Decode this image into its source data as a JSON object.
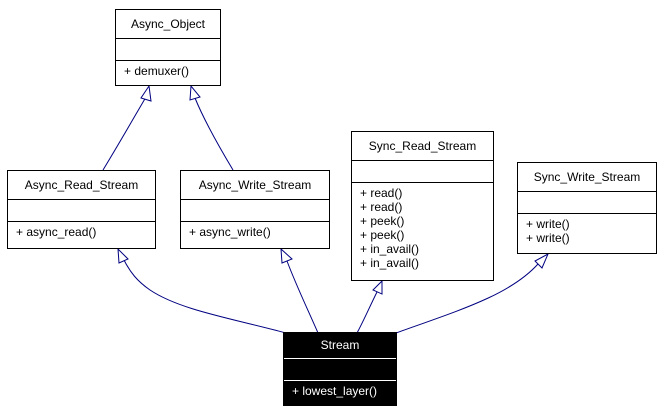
{
  "diagram": {
    "classes": {
      "async_object": {
        "name": "Async_Object",
        "methods": [
          "+ demuxer()"
        ]
      },
      "async_read_stream": {
        "name": "Async_Read_Stream",
        "methods": [
          "+ async_read()"
        ]
      },
      "async_write_stream": {
        "name": "Async_Write_Stream",
        "methods": [
          "+ async_write()"
        ]
      },
      "sync_read_stream": {
        "name": "Sync_Read_Stream",
        "methods": [
          "+ read()",
          "+ read()",
          "+ peek()",
          "+ peek()",
          "+ in_avail()",
          "+ in_avail()"
        ]
      },
      "sync_write_stream": {
        "name": "Sync_Write_Stream",
        "methods": [
          "+ write()",
          "+ write()"
        ]
      },
      "stream": {
        "name": "Stream",
        "methods": [
          "+ lowest_layer()"
        ]
      }
    },
    "inheritance": [
      {
        "from": "async_read_stream",
        "to": "async_object"
      },
      {
        "from": "async_write_stream",
        "to": "async_object"
      },
      {
        "from": "stream",
        "to": "async_read_stream"
      },
      {
        "from": "stream",
        "to": "async_write_stream"
      },
      {
        "from": "stream",
        "to": "sync_read_stream"
      },
      {
        "from": "stream",
        "to": "sync_write_stream"
      }
    ],
    "colors": {
      "line": "#000080",
      "highlight_fill": "#000000",
      "highlight_text": "#ffffff"
    }
  }
}
